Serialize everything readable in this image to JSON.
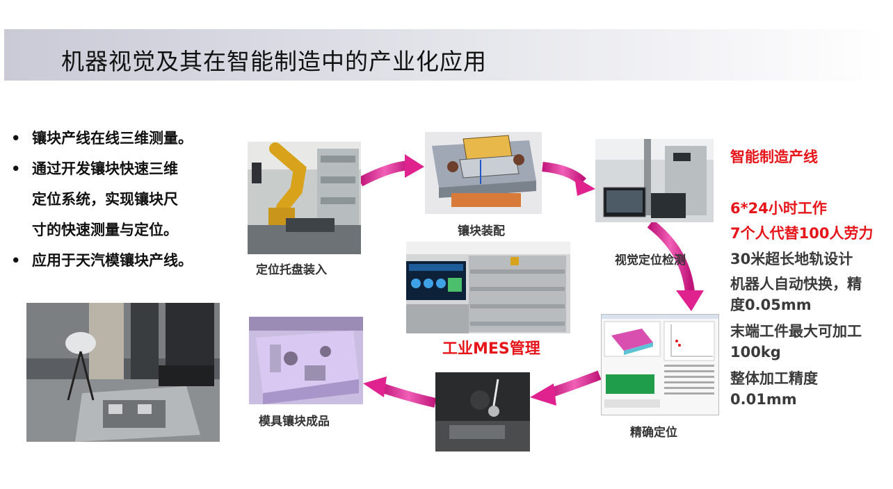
{
  "title": "机器视觉及其在智能制造中的产业化应用",
  "bullets": [
    {
      "lines": [
        "镶块产线在线三维测量。"
      ]
    },
    {
      "lines": [
        "通过开发镶块快速三维",
        "定位系统，实现镶块尺",
        "寸的快速测量与定位。"
      ]
    },
    {
      "lines": [
        "应用于天汽模镶块产线。"
      ]
    }
  ],
  "bullet_symbol": "•",
  "captions": {
    "tray": "定位托盘装入",
    "assembly": "镶块装配",
    "vision": "视觉定位检测",
    "precise": "精确定位",
    "product": "模具镶块成品"
  },
  "mes_label": "工业MES管理",
  "right_panel": {
    "heading": "智能制造产线",
    "red_lines": [
      "6*24小时工作",
      "7个人代替100人劳力"
    ],
    "dark_lines": [
      "30米超长地轨设计",
      "机器人自动快换，精",
      "度0.05mm",
      "末端工件最大可加工",
      "100kg",
      "整体加工精度",
      "0.01mm"
    ]
  },
  "colors": {
    "accent_red": "#e5151a",
    "arrow_magenta": "#e0228f",
    "title_bar": "#c9cad6"
  }
}
